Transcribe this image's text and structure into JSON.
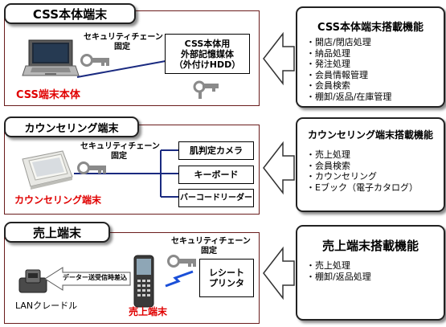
{
  "sections": {
    "main": {
      "tag": "CSS本体端末",
      "device_label": "CSS端末本体",
      "lock_label_1": "セキュリティチェーン",
      "lock_label_2": "固定",
      "hdd_box_lines": [
        "CSS本体用",
        "外部記憶媒体",
        "（外付けHDD）"
      ],
      "info_title": "CSS本体端末搭載機能",
      "info_items": [
        "・開店/閉店処理",
        "・納品処理",
        "・発注処理",
        "・会員情報管理",
        "・会員検索",
        "・棚卸/返品/在庫管理"
      ]
    },
    "counseling": {
      "tag": "カウンセリング端末",
      "device_label": "カウンセリング端末",
      "lock_label_1": "セキュリティチェーン",
      "lock_label_2": "固定",
      "peripherals": [
        "肌判定カメラ",
        "キーボード",
        "バーコードリーダー"
      ],
      "info_title": "カウンセリング端末搭載機能",
      "info_items": [
        "・売上処理",
        "・会員検索",
        "・カウンセリング",
        "・Eブック（電子カタログ）"
      ]
    },
    "sales": {
      "tag": "売上端末",
      "device_label": "売上端末",
      "cradle_label": "LANクレードル",
      "arrow_label": "データー送受信時差込",
      "lock_label_1": "セキュリティチェーン",
      "lock_label_2": "固定",
      "printer_lines": [
        "レシート",
        "プリンタ"
      ],
      "info_title": "売上端末搭載機能",
      "info_items": [
        "・売上処理",
        "・棚卸/返品処理"
      ]
    }
  },
  "colors": {
    "border": "#6a1c1c",
    "red": "#e00000",
    "line_blue": "#1a2a80",
    "lock_gray": "#8a8a8a",
    "wireless_blue": "#1a4fd8"
  },
  "icons": [
    "laptop-icon",
    "lock-icon",
    "terminal-icon",
    "handheld-icon",
    "cradle-icon",
    "wireless-icon",
    "arrow-icon"
  ]
}
